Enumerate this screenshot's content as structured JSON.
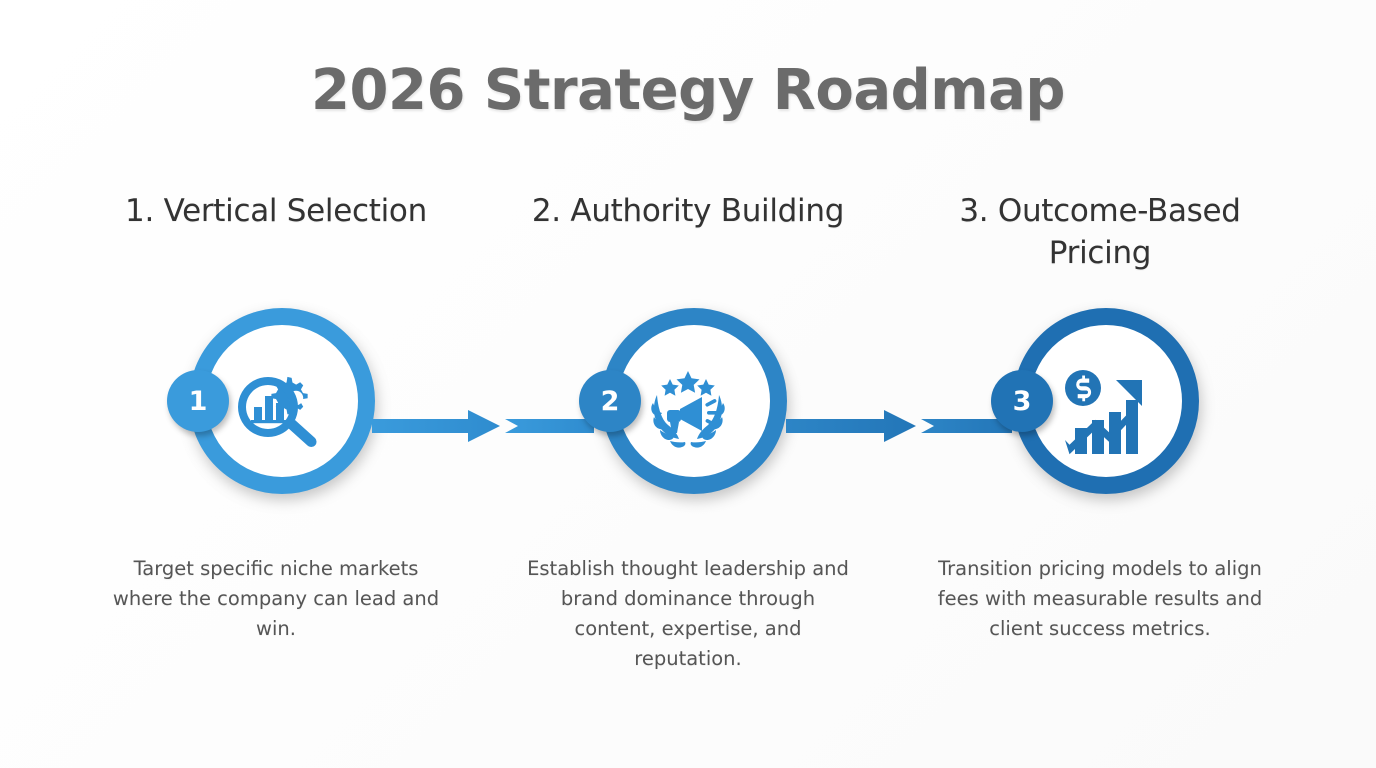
{
  "page": {
    "title": "2026 Strategy Roadmap",
    "background_color": "#fdfdfd",
    "title_color": "#6b6b6b"
  },
  "theme": {
    "blue_light": "#3a9bdc",
    "blue_mid": "#2d85c6",
    "blue_dark": "#1f6fb2",
    "heading_color": "#333333",
    "body_color": "#555555"
  },
  "steps": [
    {
      "badge": "1",
      "heading": "1. Vertical Selection",
      "description": "Target specific niche markets where the company can lead and win.",
      "icon": "magnifier-bar-chart-gear-icon",
      "ring_color": "#3a9bdc",
      "badge_color": "#3a9bdc"
    },
    {
      "badge": "2",
      "heading": "2. Authority Building",
      "description": "Establish thought leadership and brand dominance through content, expertise, and reputation.",
      "icon": "megaphone-laurel-stars-icon",
      "ring_color": "#2d85c6",
      "badge_color": "#2d85c6"
    },
    {
      "badge": "3",
      "heading": "3. Outcome-Based Pricing",
      "description": "Transition pricing models to align fees with measurable results and client success metrics.",
      "icon": "growth-chart-dollar-arrow-icon",
      "ring_color": "#1f6fb2",
      "badge_color": "#2173b5"
    }
  ],
  "connectors": [
    {
      "name": "arrow-step1-to-step2",
      "color": "#3a9bdc"
    },
    {
      "name": "arrow-step2-to-step3",
      "color": "#2d85c6"
    }
  ]
}
